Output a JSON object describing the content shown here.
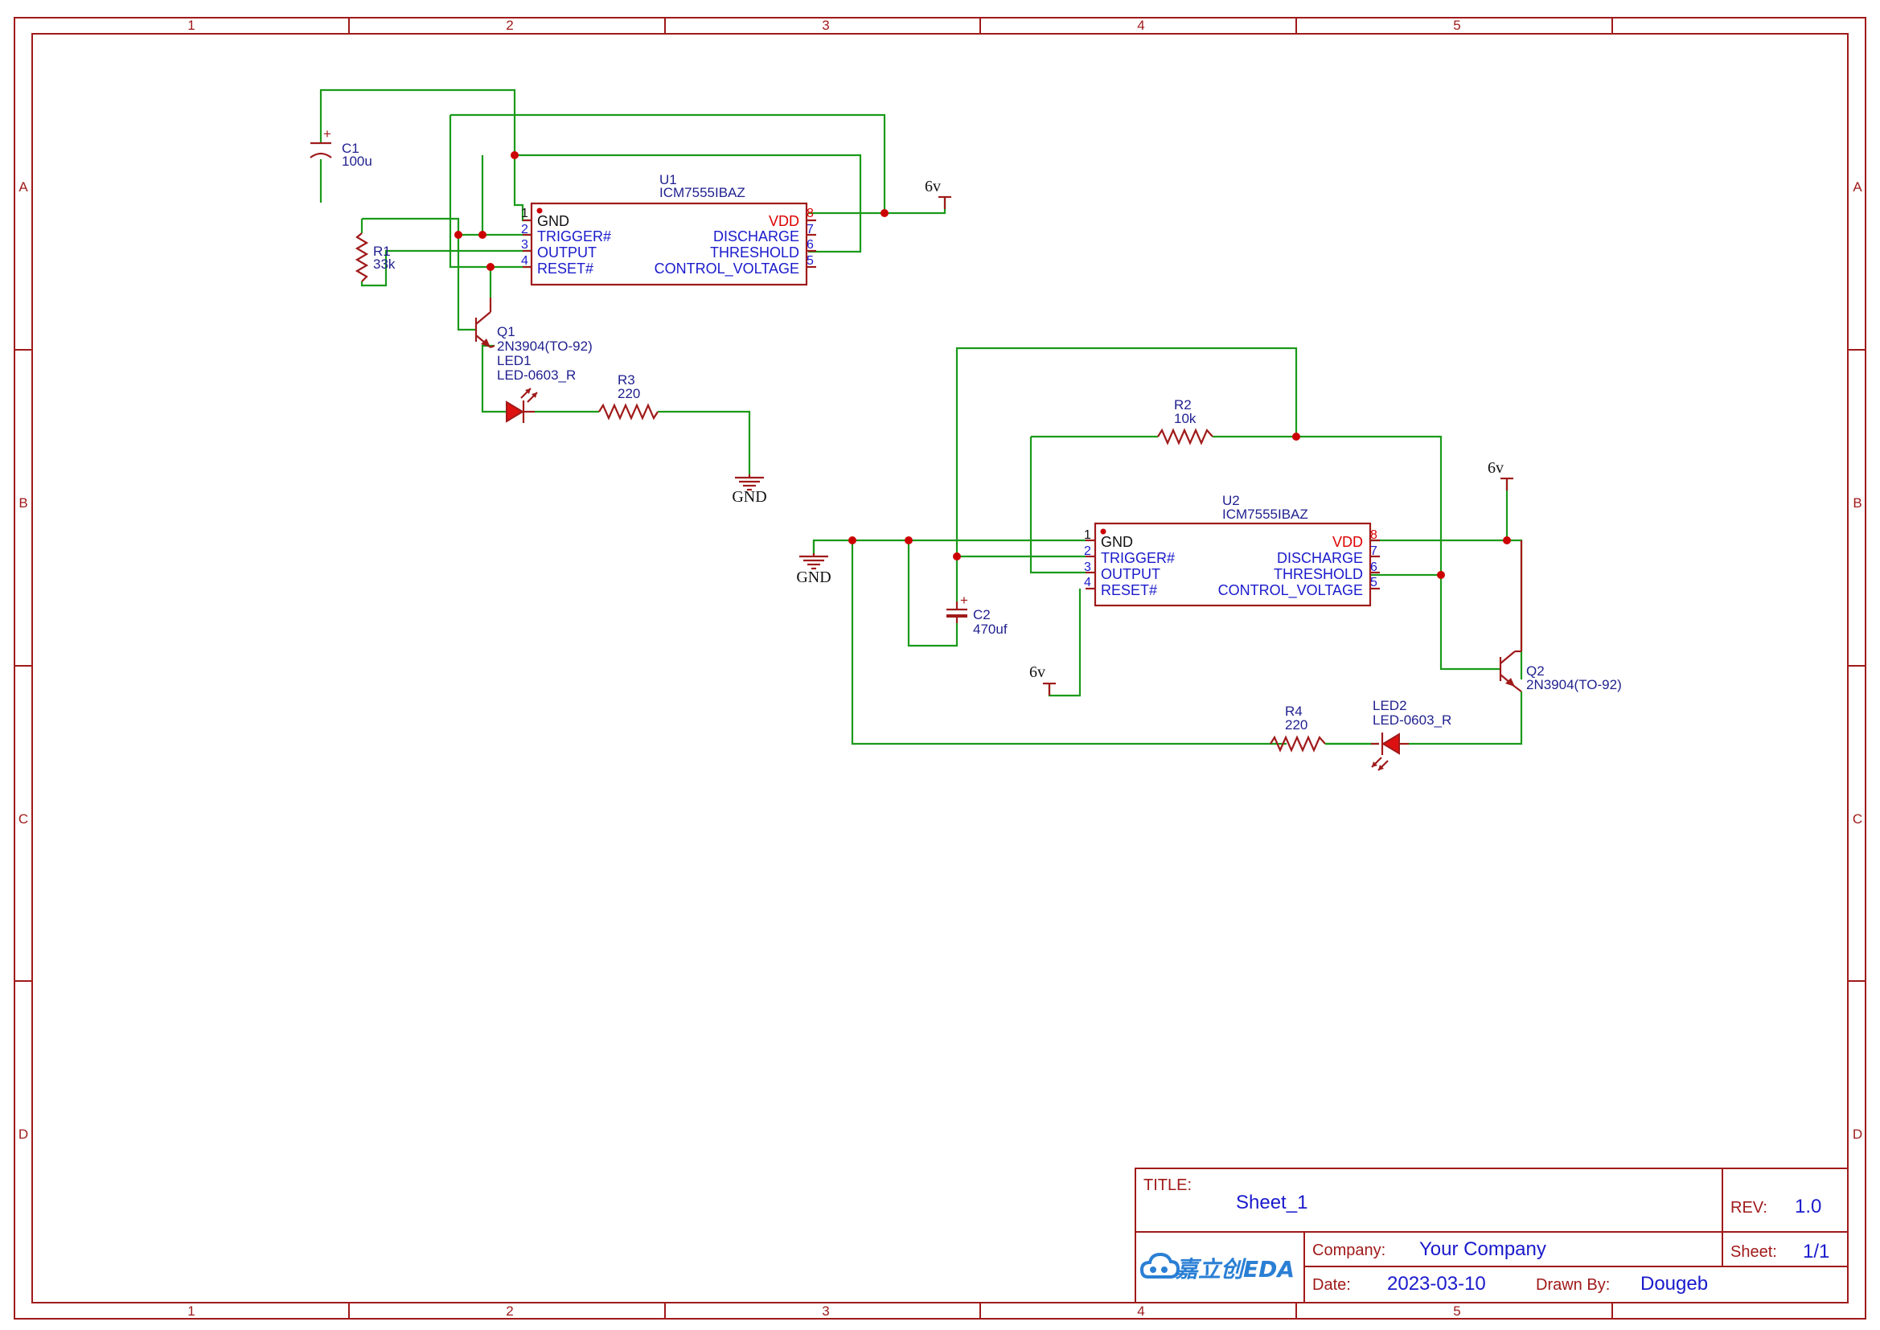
{
  "sheet": {
    "columns": [
      "1",
      "2",
      "3",
      "4",
      "5"
    ],
    "rows": [
      "A",
      "B",
      "C",
      "D"
    ]
  },
  "u1": {
    "ref": "U1",
    "value": "ICM7555IBAZ",
    "pins_left": [
      {
        "num": "1",
        "name": "GND"
      },
      {
        "num": "2",
        "name": "TRIGGER#"
      },
      {
        "num": "3",
        "name": "OUTPUT"
      },
      {
        "num": "4",
        "name": "RESET#"
      }
    ],
    "pins_right": [
      {
        "num": "8",
        "name": "VDD"
      },
      {
        "num": "7",
        "name": "DISCHARGE"
      },
      {
        "num": "6",
        "name": "THRESHOLD"
      },
      {
        "num": "5",
        "name": "CONTROL_VOLTAGE"
      }
    ]
  },
  "u2": {
    "ref": "U2",
    "value": "ICM7555IBAZ",
    "pins_left": [
      {
        "num": "1",
        "name": "GND"
      },
      {
        "num": "2",
        "name": "TRIGGER#"
      },
      {
        "num": "3",
        "name": "OUTPUT"
      },
      {
        "num": "4",
        "name": "RESET#"
      }
    ],
    "pins_right": [
      {
        "num": "8",
        "name": "VDD"
      },
      {
        "num": "7",
        "name": "DISCHARGE"
      },
      {
        "num": "6",
        "name": "THRESHOLD"
      },
      {
        "num": "5",
        "name": "CONTROL_VOLTAGE"
      }
    ]
  },
  "c1": {
    "ref": "C1",
    "value": "100u",
    "polarity": "+"
  },
  "c2": {
    "ref": "C2",
    "value": "470uf",
    "polarity": "+"
  },
  "r1": {
    "ref": "R1",
    "value": "33k"
  },
  "r2": {
    "ref": "R2",
    "value": "10k"
  },
  "r3": {
    "ref": "R3",
    "value": "220"
  },
  "r4": {
    "ref": "R4",
    "value": "220"
  },
  "q1": {
    "ref": "Q1",
    "value": "2N3904(TO-92)"
  },
  "q2": {
    "ref": "Q2",
    "value": "2N3904(TO-92)"
  },
  "led1": {
    "ref": "LED1",
    "value": "LED-0603_R"
  },
  "led2": {
    "ref": "LED2",
    "value": "LED-0603_R"
  },
  "nets": {
    "vcc1": "6v",
    "vcc2": "6v",
    "vcc3": "6v",
    "gnd1": "GND",
    "gnd2": "GND"
  },
  "titleblock": {
    "title_label": "TITLE:",
    "title": "Sheet_1",
    "rev_label": "REV:",
    "rev": "1.0",
    "company_label": "Company:",
    "company": "Your Company",
    "sheet_label": "Sheet:",
    "sheet": "1/1",
    "date_label": "Date:",
    "date": "2023-03-10",
    "drawn_label": "Drawn By:",
    "drawn": "Dougeb",
    "logo": "嘉立创EDA"
  },
  "colors": {
    "border": "#a01a1a",
    "wire": "#1a9a1a",
    "junction": "#cc0000",
    "label": "#1a1acc"
  }
}
